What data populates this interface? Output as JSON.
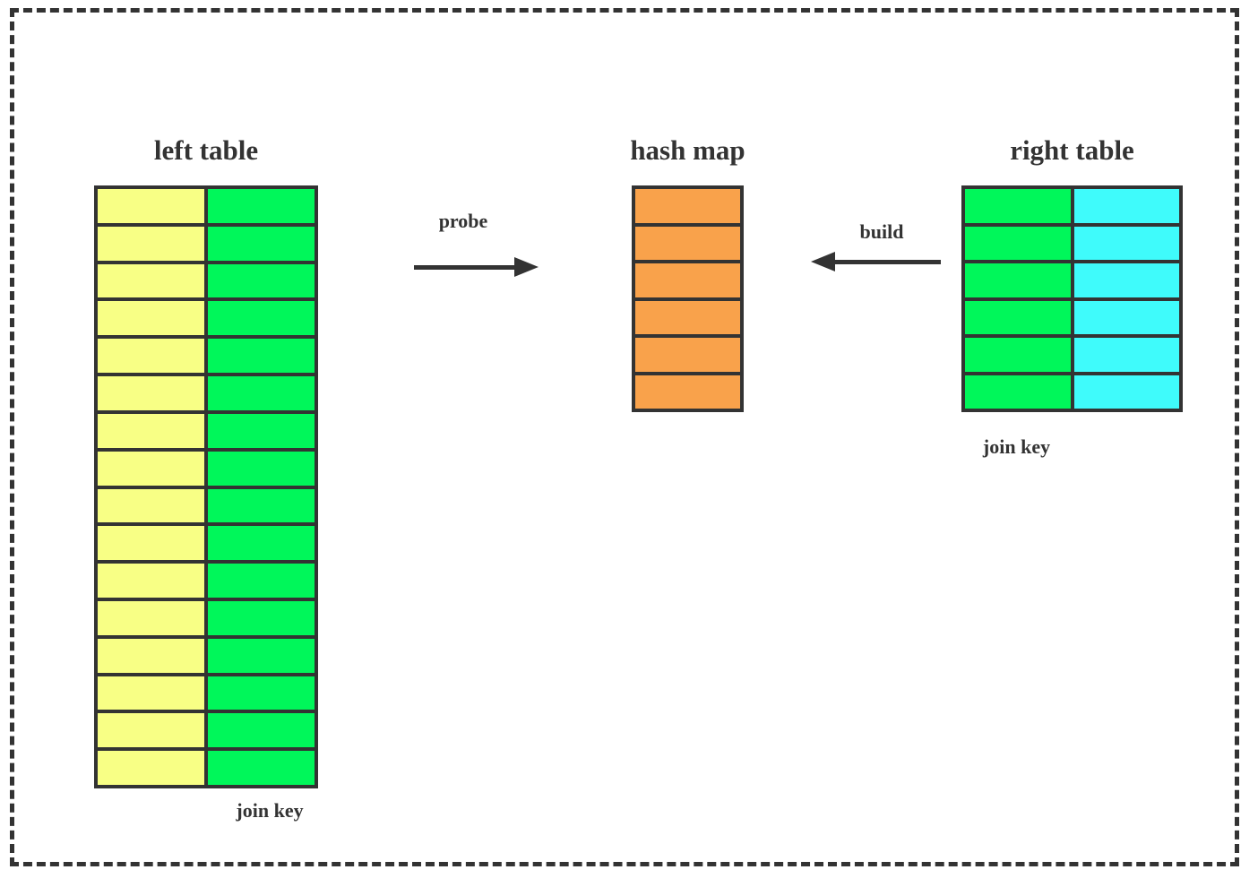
{
  "left_table": {
    "title": "left table",
    "join_key_label": "join key",
    "rows": 16,
    "columns": [
      {
        "name": "left-value-cell",
        "color": "#F8FF85"
      },
      {
        "name": "left-join-key-cell",
        "color": "#00F75A"
      }
    ]
  },
  "hash_map": {
    "title": "hash map",
    "rows": 6,
    "columns": [
      {
        "name": "hash-bucket-cell",
        "color": "#F9A24B"
      }
    ]
  },
  "right_table": {
    "title": "right table",
    "join_key_label": "join key",
    "rows": 6,
    "columns": [
      {
        "name": "right-join-key-cell",
        "color": "#00F75A"
      },
      {
        "name": "right-value-cell",
        "color": "#3FFBFB"
      }
    ]
  },
  "arrows": {
    "probe": {
      "label": "probe",
      "direction": "right"
    },
    "build": {
      "label": "build",
      "direction": "left"
    }
  },
  "colors": {
    "stroke": "#333333",
    "background": "#FFFFFF",
    "left_values": "#F8FF85",
    "join_key_green": "#00F75A",
    "right_values": "#3FFBFB",
    "hash_bucket_orange": "#F9A24B"
  }
}
